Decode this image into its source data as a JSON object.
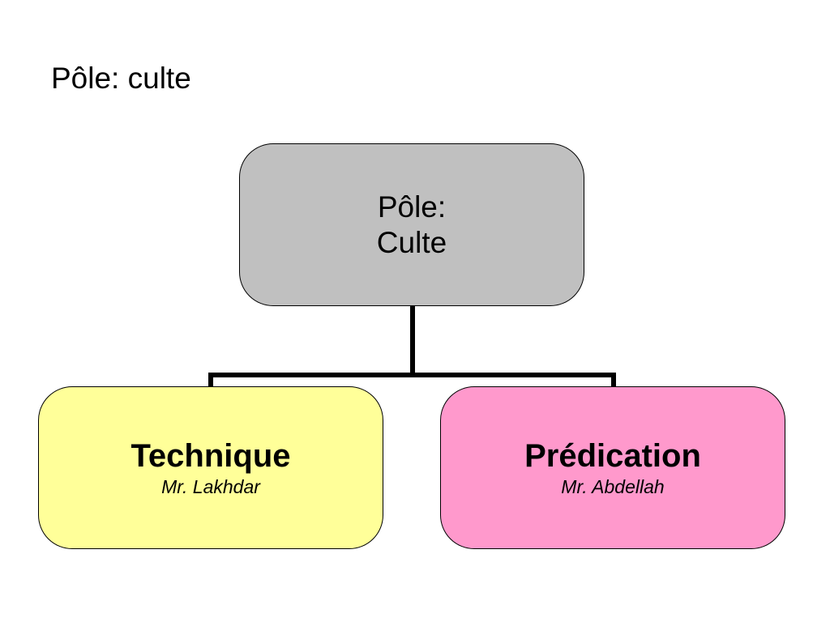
{
  "slide": {
    "title": "Pôle: culte"
  },
  "org_chart": {
    "root": {
      "line1": "Pôle:",
      "line2": "Culte",
      "fill": "#c0c0c0"
    },
    "children": [
      {
        "title": "Technique",
        "person": "Mr. Lakhdar",
        "fill": "#ffff99"
      },
      {
        "title": "Prédication",
        "person": "Mr. Abdellah",
        "fill": "#ff99cc"
      }
    ],
    "connector_color": "#000000"
  }
}
